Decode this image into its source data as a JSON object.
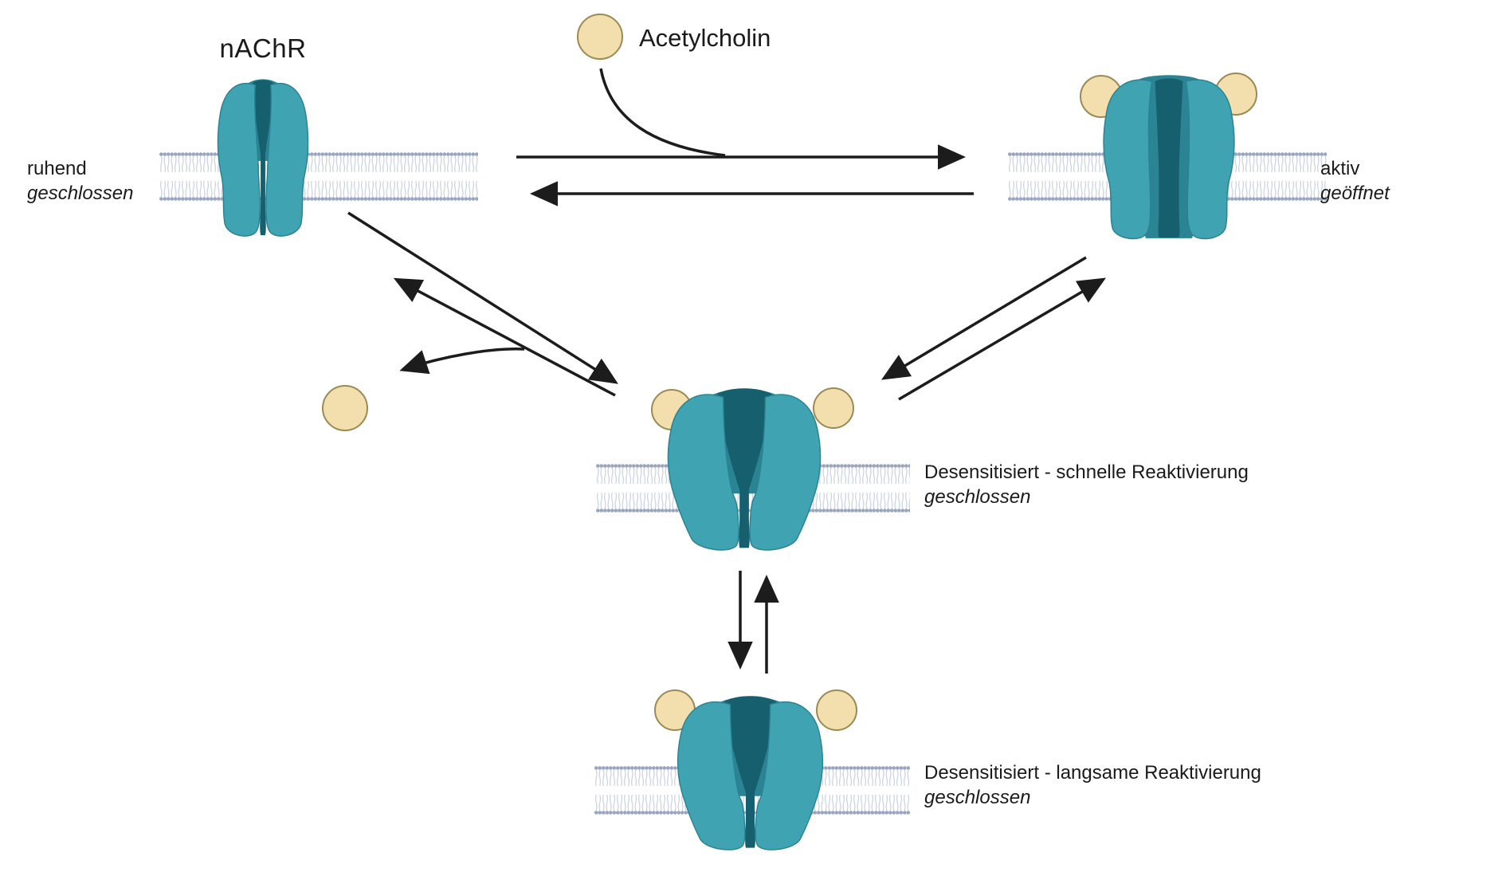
{
  "diagram": {
    "receptor_title": "nAChR",
    "ligand_label": "Acetylcholin",
    "states": {
      "resting": {
        "name": "ruhend",
        "gate": "geschlossen"
      },
      "active": {
        "name": "aktiv",
        "gate": "geöffnet"
      },
      "desensitized_fast": {
        "name": "Desensitisiert - schnelle Reaktivierung",
        "gate": "geschlossen"
      },
      "desensitized_slow": {
        "name": "Desensitisiert - langsame Reaktivierung",
        "gate": "geschlossen"
      }
    }
  },
  "colors": {
    "receptor_body": "#3fa3b1",
    "receptor_shade": "#2b8494",
    "receptor_channel": "#155f6e",
    "membrane_head": "#9aa6bf",
    "membrane_tail": "#c9d1e1",
    "ligand_fill": "#f2dfad",
    "ligand_stroke": "#9c8a55",
    "arrow": "#1c1c1c",
    "text": "#1a1a1a",
    "background": "#ffffff"
  }
}
